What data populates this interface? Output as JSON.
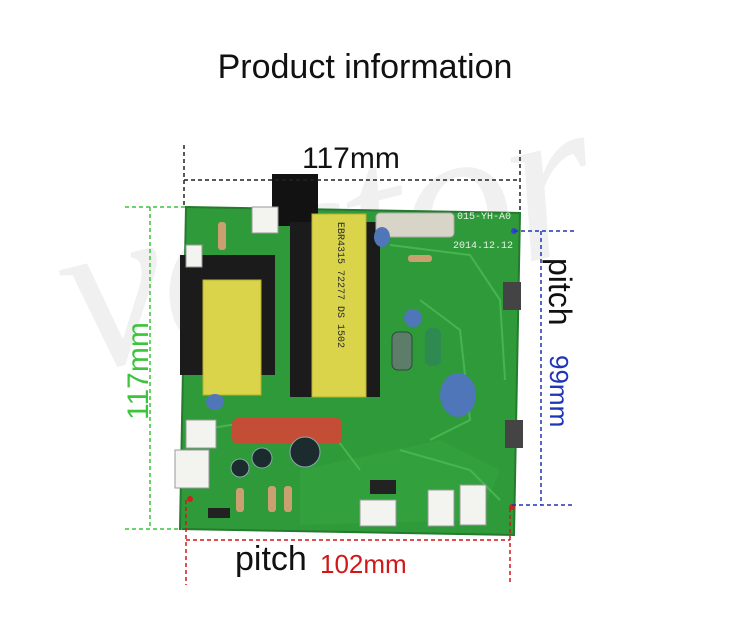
{
  "title": "Product information",
  "watermark": "vector",
  "dimensions": {
    "width_label": "117mm",
    "height_label": "117mm",
    "pitch_word_bottom": "pitch",
    "pitch_bottom_value": "102mm",
    "pitch_word_right": "pitch",
    "pitch_right_value": "99mm"
  },
  "board": {
    "silkscreen_code": "015-YH-A0",
    "date": "2014.12.12",
    "transformer_marking": "EBR4315 72277 DS 1502"
  },
  "colors": {
    "board_green": "#2f9a3a",
    "width_marker": "#222222",
    "height_marker": "#3cc43c",
    "pitch_bottom_marker": "#d01818",
    "pitch_right_marker": "#1f35b8"
  }
}
